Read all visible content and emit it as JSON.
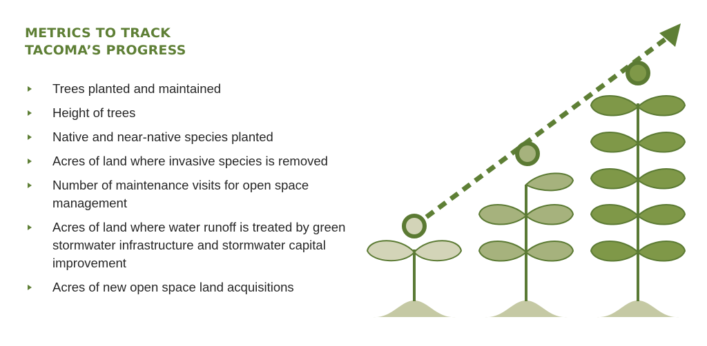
{
  "title": {
    "line1": "METRICS TO TRACK",
    "line2": "TACOMA’S PROGRESS"
  },
  "metrics": [
    "Trees planted and maintained",
    "Height of trees",
    "Native and near-native species planted",
    "Acres of land where invasive species is removed",
    "Number of maintenance visits for open space management",
    "Acres of land where water runoff is treated by green stormwater infrastructure and stormwater capital improvement",
    "Acres of new open space land acquisitions"
  ],
  "icons": {
    "bullet": "triangle-right-icon",
    "growth_arrow": "dashed-arrow-icon",
    "plants": [
      "sprout-icon",
      "young-plant-icon",
      "mature-plant-icon"
    ]
  },
  "colors": {
    "title": "#5e7f35",
    "bullet": "#5e7f35",
    "stem": "#5a7a35",
    "outline": "#5b7a33",
    "leaf_light": "#d3d4b8",
    "leaf_medium": "#a6b27d",
    "leaf_dark": "#7f9848",
    "soil": "#c5c9a4",
    "arrow": "#5e7f35"
  }
}
